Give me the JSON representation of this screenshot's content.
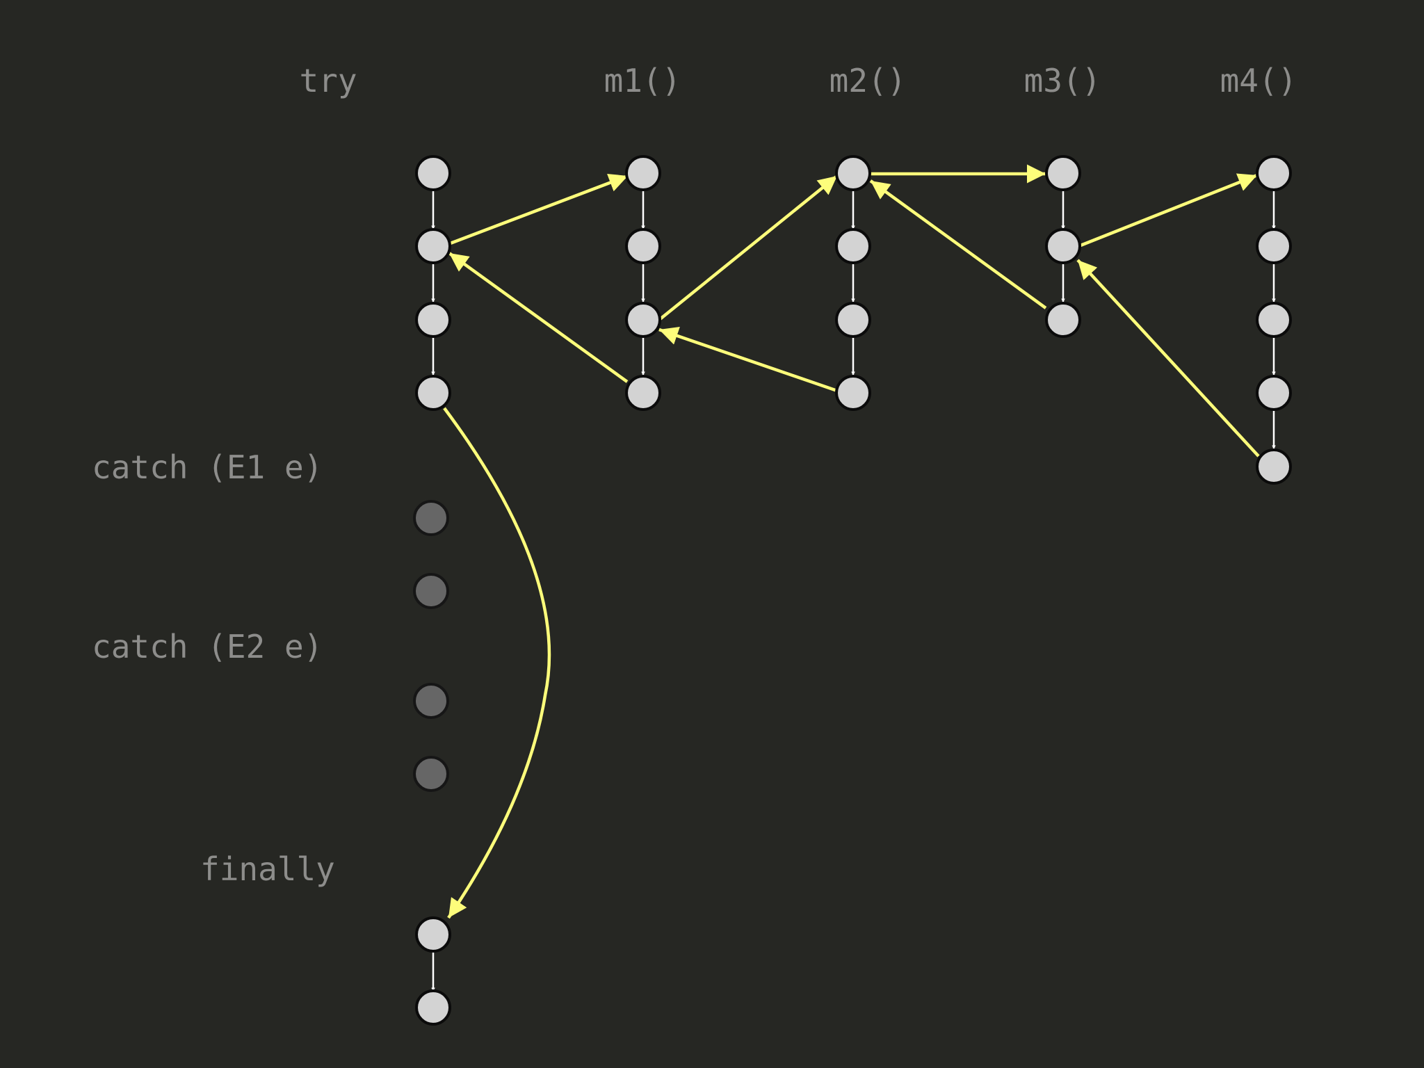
{
  "labels": {
    "try": "try",
    "m1": "m1()",
    "m2": "m2()",
    "m3": "m3()",
    "m4": "m4()",
    "catch1": "catch (E1 e)",
    "catch2": "catch (E2 e)",
    "finally": "finally"
  },
  "colors": {
    "background": "#262723",
    "label": "#8d8d8b",
    "node_active": "#d3d3d3",
    "node_dim": "#666666",
    "flow_arrow": "#ffffff",
    "call_arrow": "#fdfd7b"
  }
}
